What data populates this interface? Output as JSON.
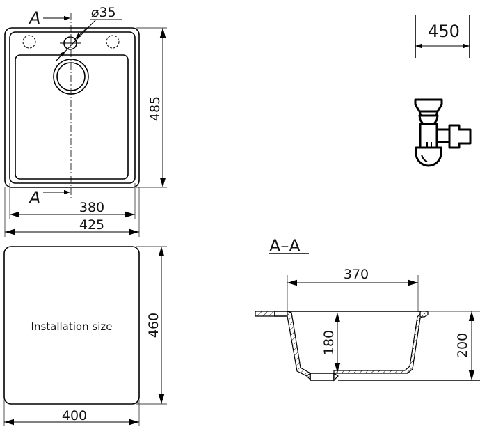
{
  "top_view": {
    "section_marker_top": "A",
    "section_marker_bottom": "A",
    "hole_diameter_label": "⌀35",
    "height_dim": "485",
    "inner_width_dim": "380",
    "outer_width_dim": "425"
  },
  "installation_view": {
    "label": "Installation size",
    "height_dim": "460",
    "width_dim": "400"
  },
  "cabinet_view": {
    "width_dim": "450"
  },
  "section_view": {
    "title": "A–A",
    "bowl_width_dim": "370",
    "bowl_depth_dim": "180",
    "total_depth_dim": "200"
  },
  "siphon": {
    "icon": "siphon-trap-icon"
  }
}
